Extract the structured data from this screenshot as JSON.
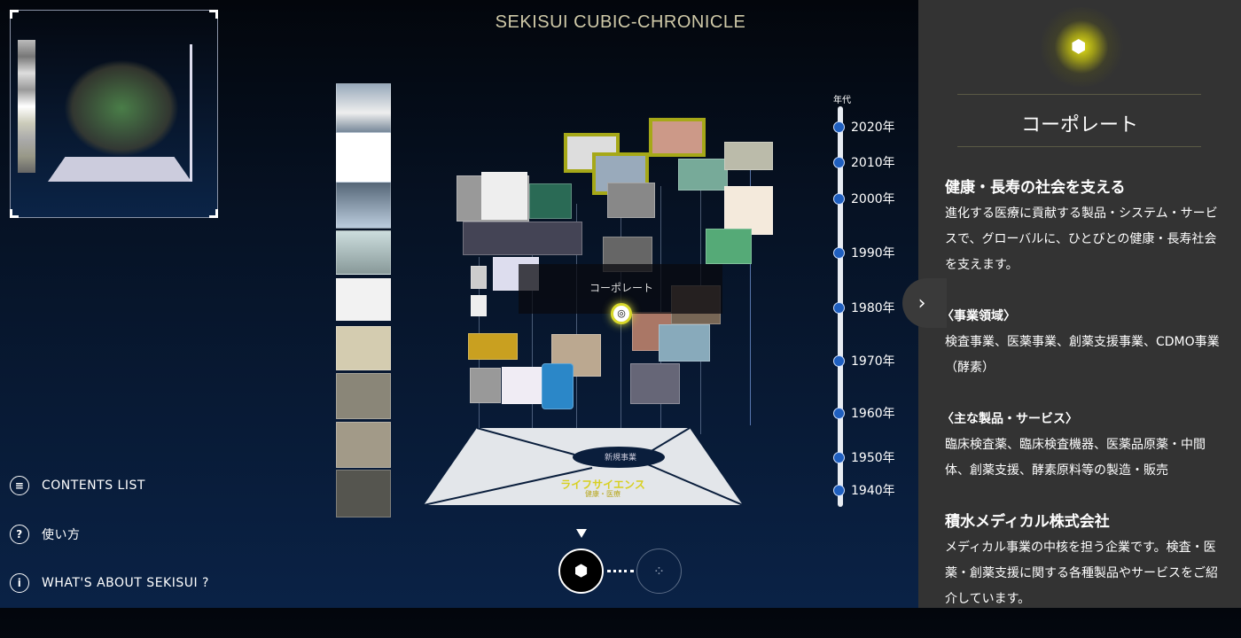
{
  "app": {
    "title": "SEKISUI CUBIC-CHRONICLE"
  },
  "scene": {
    "popup_label": "コーポレート",
    "floor_center": "新規事業",
    "floor_front": "ライフサイエンス",
    "floor_front_sub": "健康・医療"
  },
  "timeline": {
    "title": "年代",
    "years": [
      "2020年",
      "2010年",
      "2000年",
      "1990年",
      "1980年",
      "1970年",
      "1960年",
      "1950年",
      "1940年"
    ]
  },
  "menu": [
    {
      "icon": "list-icon",
      "label": "CONTENTS LIST"
    },
    {
      "icon": "question-icon",
      "label": "使い方"
    },
    {
      "icon": "info-icon",
      "label": "WHAT'S ABOUT SEKISUI ?"
    }
  ],
  "view_controls": {
    "active": "cube-view",
    "other": "circle-view"
  },
  "panel": {
    "category": "コーポレート",
    "heading": "健康・長寿の社会を支える",
    "description": "進化する医療に貢献する製品・システム・サービスで、グローバルに、ひとびとの健康・長寿社会を支えます。",
    "business_title": "〈事業領域〉",
    "business": "検査事業、医薬事業、創薬支援事業、CDMO事業（酵素）",
    "products_title": "〈主な製品・サービス〉",
    "products": "臨床検査薬、臨床検査機器、医薬品原薬・中間体、創薬支援、酵素原料等の製造・販売",
    "company": "積水メディカル株式会社",
    "company_desc": "メディカル事業の中核を担う企業です。検査・医薬・創薬支援に関する各種製品やサービスをご紹介しています。"
  },
  "colors": {
    "accent": "#d8d82a",
    "timeline_dot": "#1f5fbf",
    "panel_bg": "#333333"
  }
}
